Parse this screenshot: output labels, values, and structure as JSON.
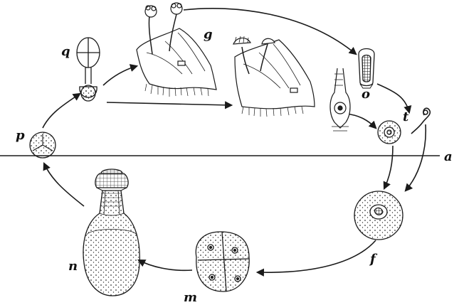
{
  "figure": {
    "labels": {
      "a": "a",
      "f": "f",
      "g": "g",
      "m": "m",
      "n": "n",
      "o": "o",
      "p": "p",
      "q": "q",
      "t": "t"
    }
  },
  "colors": {
    "ink": "#1a1a1a",
    "background": "#ffffff"
  }
}
